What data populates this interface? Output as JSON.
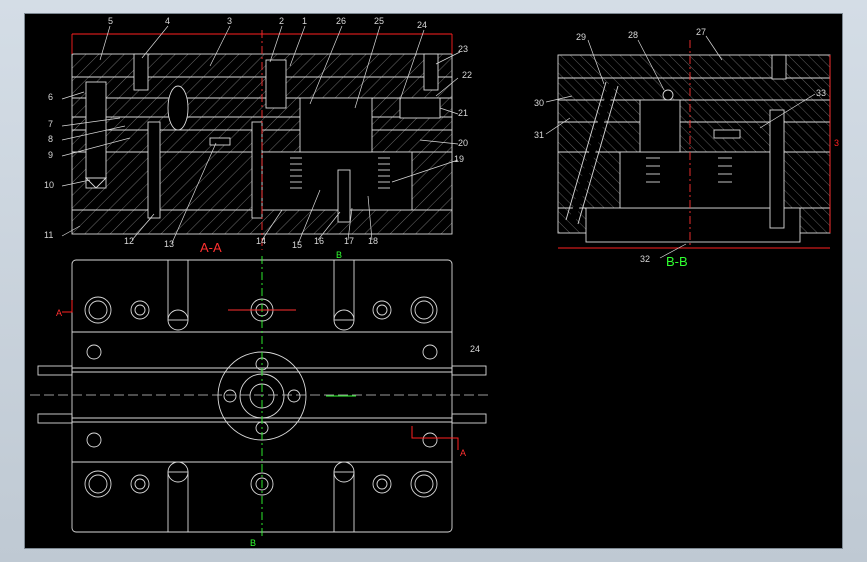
{
  "colors": {
    "background": "#000000",
    "line": "#d9d9d9",
    "hatch": "#bdbdbd",
    "dim": "#ff2020",
    "section_title_aa": "#ff3030",
    "section_title_bb": "#30ff30",
    "center": "#ff3030",
    "green_marker": "#30ff30"
  },
  "section_aa": {
    "title": "A-A",
    "part_labels_left": [
      "6",
      "7",
      "8",
      "9",
      "10",
      "11"
    ],
    "part_labels_top": [
      "5",
      "4",
      "3",
      "2",
      "1",
      "26",
      "25",
      "24",
      "23"
    ],
    "part_labels_right": [
      "22",
      "21",
      "20",
      "19"
    ],
    "part_labels_bottom": [
      "12",
      "13",
      "14",
      "15",
      "16",
      "17",
      "18"
    ]
  },
  "section_bb": {
    "title": "B-B",
    "part_labels": [
      "29",
      "28",
      "27",
      "30",
      "31",
      "33",
      "32"
    ],
    "dim_marker": "3"
  },
  "plan_view": {
    "cut_label_left": "A",
    "cut_label_right": "A",
    "cut_label_b_top": "B",
    "cut_label_b_bottom": "B",
    "side_label": "24"
  }
}
